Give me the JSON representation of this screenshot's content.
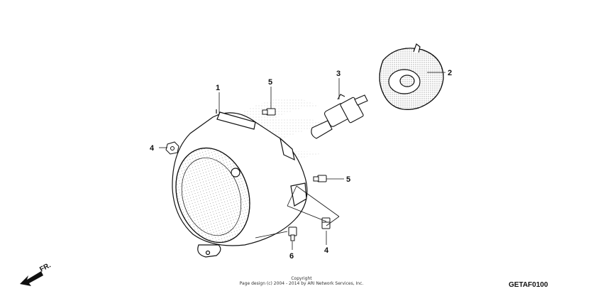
{
  "callouts": {
    "c1": "1",
    "c2": "2",
    "c3": "3",
    "c4a": "4",
    "c4b": "4",
    "c5a": "5",
    "c5b": "5",
    "c6": "6"
  },
  "direction_label": "FR.",
  "copyright": {
    "title": "Copyright",
    "line": "Page design (c) 2004 - 2014 by ARI Network Services, Inc."
  },
  "diagram_code": "GETAF0100",
  "icons": {
    "direction": "front-direction-arrow-icon"
  }
}
